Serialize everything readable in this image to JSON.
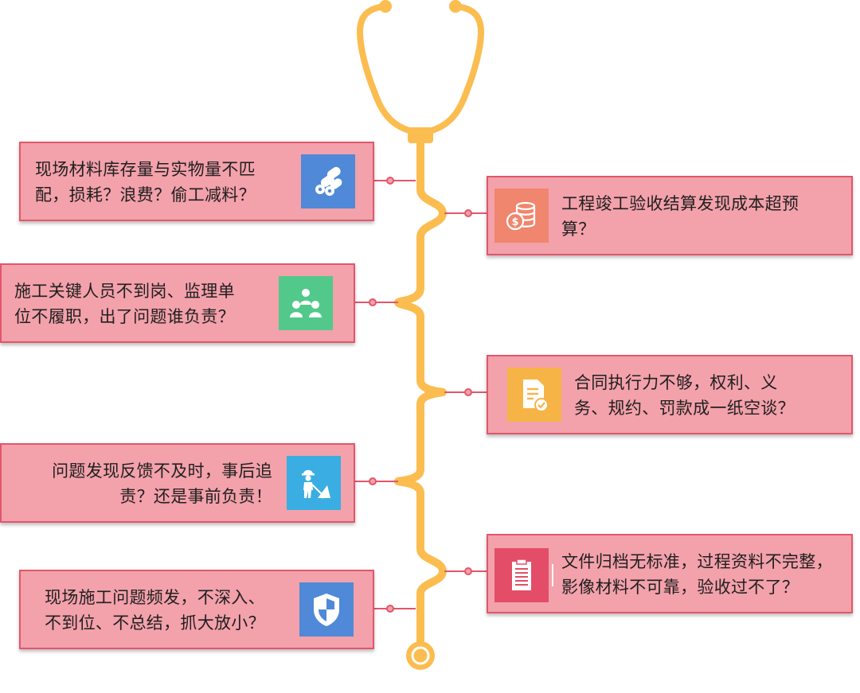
{
  "colors": {
    "tube": "#fbbd50",
    "card_fill": "#f3a1ab",
    "card_border": "#e2566b",
    "connector": "#e2566b"
  },
  "cards": [
    {
      "id": "materials",
      "side": "left",
      "text_lines": [
        "现场材料库存量与实物量不匹",
        "配，损耗？浪费？偷工减料？"
      ],
      "icon": "materials-stack-icon",
      "icon_color": "#4f89d8"
    },
    {
      "id": "cost",
      "side": "right",
      "text_lines": [
        "工程竣工验收结算发现成本超预",
        "算？"
      ],
      "icon": "coin-stack-icon",
      "icon_color": "#f0866d"
    },
    {
      "id": "personnel",
      "side": "left",
      "text_lines": [
        "施工关键人员不到岗、监理单",
        "位不履职，出了问题谁负责？"
      ],
      "icon": "people-group-icon",
      "icon_color": "#52c98a"
    },
    {
      "id": "contract",
      "side": "right",
      "text_lines": [
        "合同执行力不够，权利、义",
        "务、规约、罚款成一纸空谈？"
      ],
      "icon": "document-check-icon",
      "icon_color": "#f7b446"
    },
    {
      "id": "feedback",
      "side": "left",
      "text_lines": [
        "问题发现反馈不及时，事后追",
        "责？还是事前负责！"
      ],
      "icon": "worker-shovel-icon",
      "icon_color": "#3aaee3"
    },
    {
      "id": "archive",
      "side": "right",
      "text_lines": [
        "文件归档无标准，过程资料不完整，",
        "影像材料不可靠，验收过不了？"
      ],
      "icon": "clipboard-list-icon",
      "icon_color": "#e44d67"
    },
    {
      "id": "site-issues",
      "side": "left",
      "text_lines": [
        "现场施工问题频发，不深入、",
        "不到位、不总结，抓大放小？"
      ],
      "icon": "shield-icon",
      "icon_color": "#4f89d8"
    }
  ]
}
